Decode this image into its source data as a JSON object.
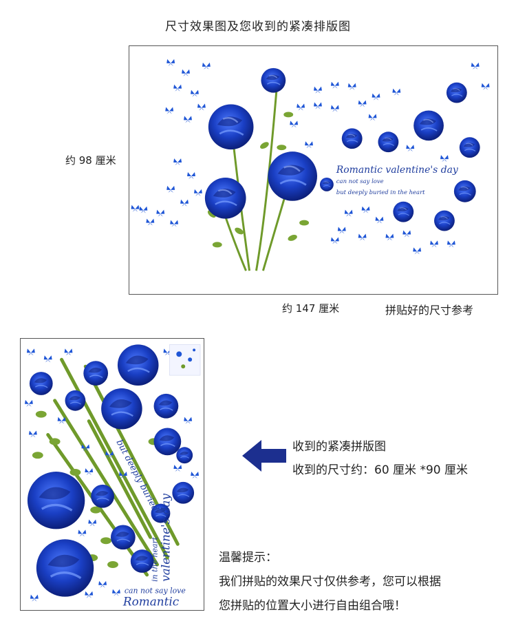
{
  "header": {
    "title": "尺寸效果图及您收到的紧凑排版图"
  },
  "preview": {
    "height_label": "约 98 厘米",
    "width_label": "约 147 厘米",
    "caption": "拼贴好的尺寸参考",
    "text_line1": "Romantic valentine's day",
    "text_line2": "can not say love",
    "text_line3": "but deeply buried in the heart"
  },
  "sheet": {
    "text_romantic": "Romantic",
    "text_valentine": "valentine's day",
    "text_cannot": "can not say love",
    "text_heart": "in the heart",
    "text_buried": "but deeply buried",
    "caption_title": "收到的紧凑拼版图",
    "caption_size": "收到的尺寸约：60 厘米 *90 厘米"
  },
  "tips": {
    "title": "温馨提示：",
    "line1": "我们拼贴的效果尺寸仅供参考，您可以根据",
    "line2": "您拼贴的位置大小进行自由组合哦！"
  },
  "colors": {
    "rose": "#1a3fc4",
    "rose_dark": "#0c1f7a",
    "leaf": "#6f9a2a",
    "arrow": "#1c2f8f"
  }
}
